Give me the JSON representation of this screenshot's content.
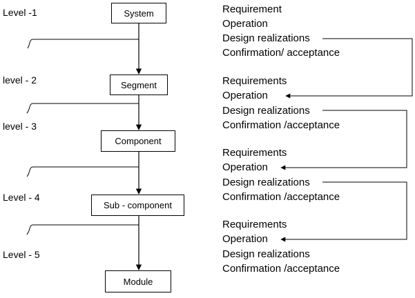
{
  "levels": [
    {
      "label": "Level -1"
    },
    {
      "label": "level - 2"
    },
    {
      "label": "level - 3"
    },
    {
      "label": "Level - 4"
    },
    {
      "label": "Level - 5"
    }
  ],
  "nodes": [
    {
      "label": "System"
    },
    {
      "label": "Segment"
    },
    {
      "label": "Component"
    },
    {
      "label": "Sub - component"
    },
    {
      "label": "Module"
    }
  ],
  "right_text": [
    "Requirement",
    "Operation",
    "Design  realizations",
    "Confirmation/ acceptance",
    "Requirements",
    "Operation",
    "Design realizations",
    "Confirmation /acceptance",
    "Requirements",
    "Operation",
    "Design realizations",
    "Confirmation /acceptance",
    "Requirements",
    "Operation",
    "Design realizations",
    "Confirmation /acceptance"
  ]
}
